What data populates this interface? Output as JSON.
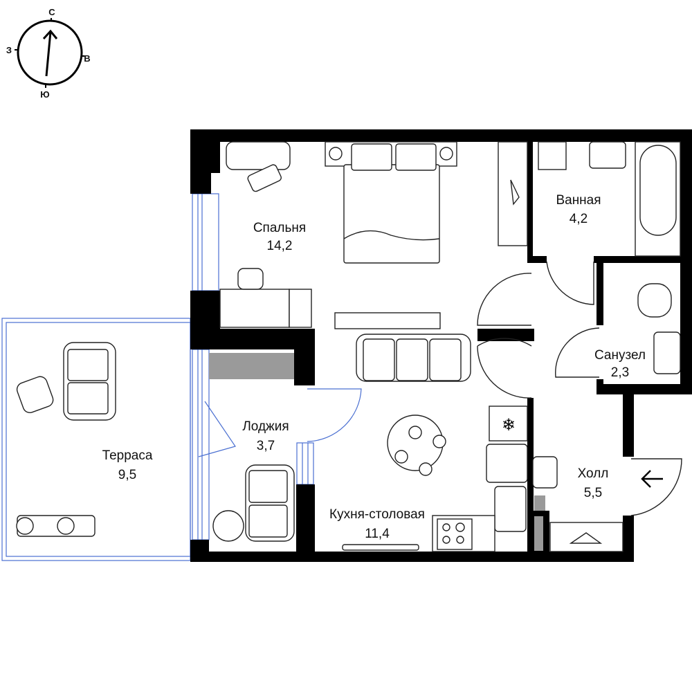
{
  "compass": {
    "north": "С",
    "east": "В",
    "south": "Ю",
    "west": "З"
  },
  "rooms": [
    {
      "name": "Спальня",
      "area": "14,2"
    },
    {
      "name": "Ванная",
      "area": "4,2"
    },
    {
      "name": "Санузел",
      "area": "2,3"
    },
    {
      "name": "Лоджия",
      "area": "3,7"
    },
    {
      "name": "Кухня-столовая",
      "area": "11,4"
    },
    {
      "name": "Холл",
      "area": "5,5"
    },
    {
      "name": "Терраса",
      "area": "9,5"
    }
  ],
  "colors": {
    "walls": "#000000",
    "windows": "#4a6fd1",
    "furniture": "#222222",
    "columns": "#9a9a9a"
  }
}
